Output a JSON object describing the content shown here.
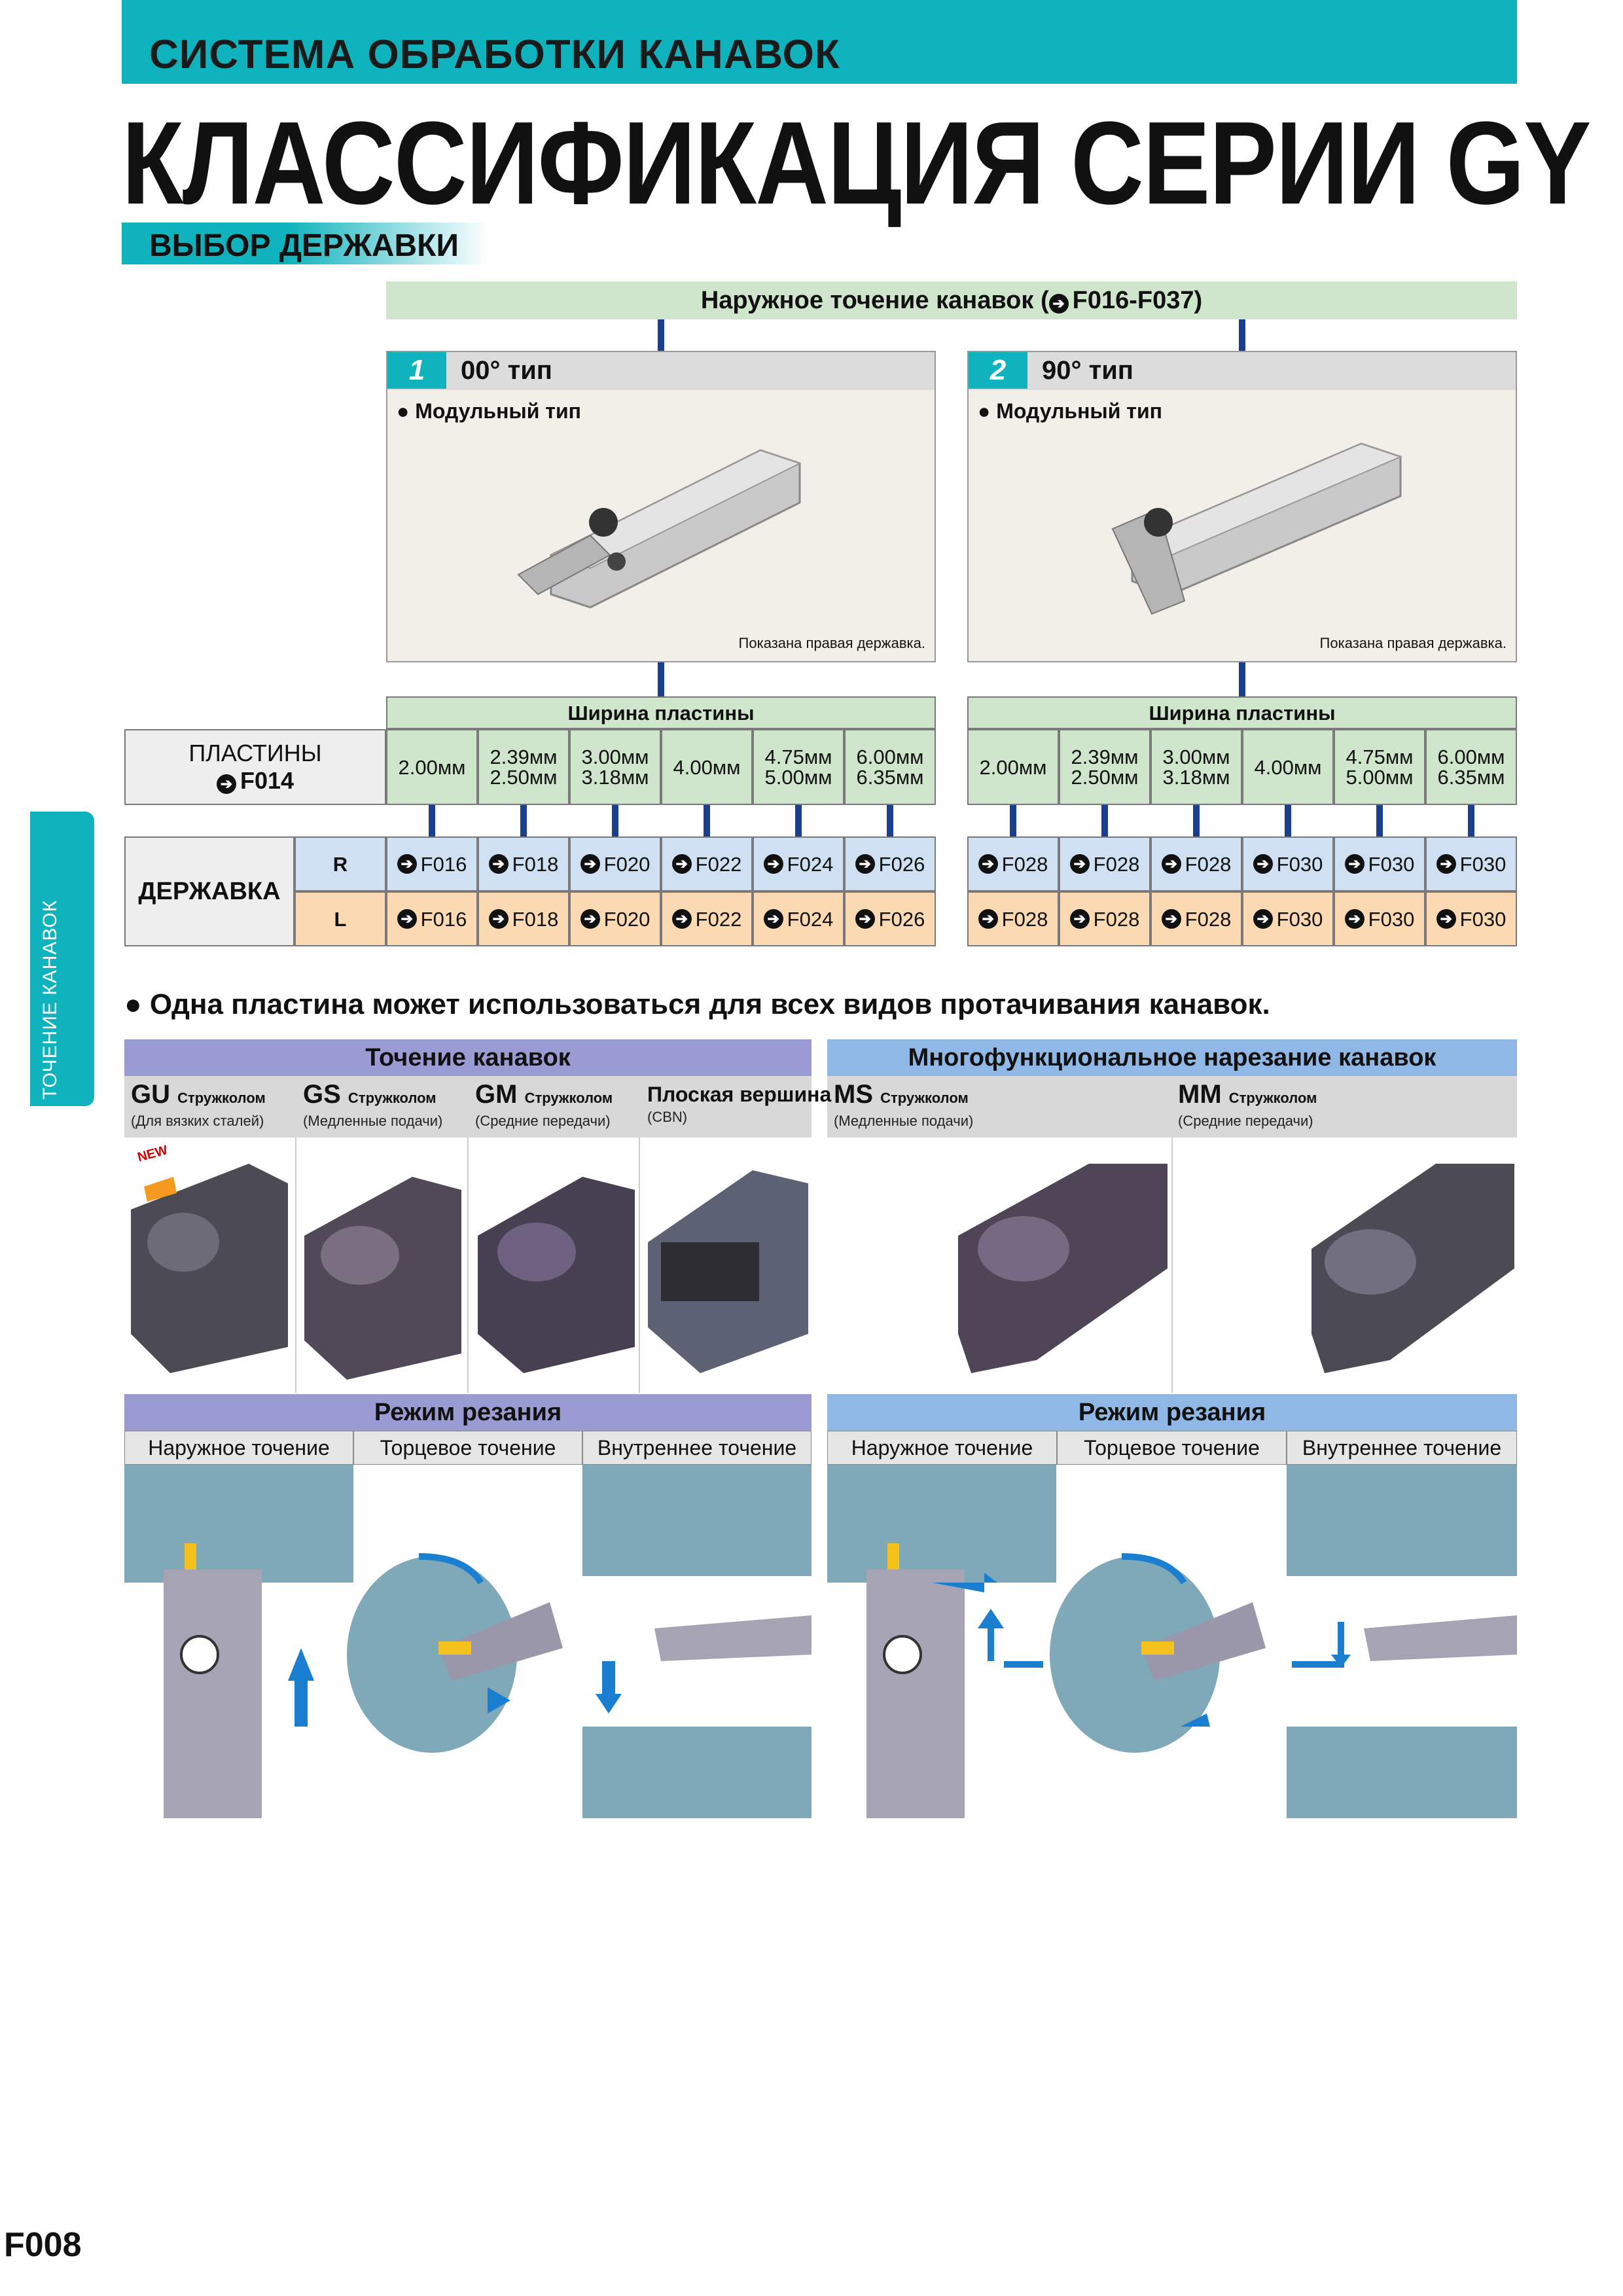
{
  "header": {
    "banner": "СИСТЕМА ОБРАБОТКИ КАНАВОК",
    "title": "КЛАССИФИКАЦИЯ СЕРИИ GY",
    "section": "ВЫБОР ДЕРЖАВКИ"
  },
  "external": {
    "label": "Наружное точение канавок (",
    "ref": "F016-F037)"
  },
  "types": [
    {
      "num": "1",
      "name": "00° тип",
      "kind": "Модульный тип",
      "note": "Показана правая державка."
    },
    {
      "num": "2",
      "name": "90° тип",
      "kind": "Модульный тип",
      "note": "Показана правая державка."
    }
  ],
  "width_label": "Ширина пластины",
  "inserts_label": "ПЛАСТИНЫ",
  "inserts_ref": "F014",
  "holder_label": "ДЕРЖАВКА",
  "widths": [
    {
      "a": "2.00мм",
      "b": ""
    },
    {
      "a": "2.39мм",
      "b": "2.50мм"
    },
    {
      "a": "3.00мм",
      "b": "3.18мм"
    },
    {
      "a": "4.00мм",
      "b": ""
    },
    {
      "a": "4.75мм",
      "b": "5.00мм"
    },
    {
      "a": "6.00мм",
      "b": "6.35мм"
    }
  ],
  "hand": {
    "r": "R",
    "l": "L"
  },
  "refs_type1": [
    "F016",
    "F018",
    "F020",
    "F022",
    "F024",
    "F026"
  ],
  "refs_type2": [
    "F028",
    "F028",
    "F028",
    "F030",
    "F030",
    "F030"
  ],
  "side_tab": "ТОЧЕНИЕ КАНАВОК",
  "note_line": "Одна пластина может использоваться для всех видов протачивания канавок.",
  "groove_section": {
    "title": "Точение канавок",
    "items": [
      {
        "code": "GU",
        "chip": "Стружколом",
        "desc": "(Для вязких сталей)"
      },
      {
        "code": "GS",
        "chip": "Стружколом",
        "desc": "(Медленные подачи)"
      },
      {
        "code": "GM",
        "chip": "Стружколом",
        "desc": "(Средние передачи)"
      },
      {
        "code": "Плоская вершина",
        "chip": "",
        "desc": "(CBN)"
      }
    ]
  },
  "multi_section": {
    "title": "Многофункциональное нарезание канавок",
    "items": [
      {
        "code": "MS",
        "chip": "Стружколом",
        "desc": "(Медленные подачи)"
      },
      {
        "code": "MM",
        "chip": "Стружколом",
        "desc": "(Средние передачи)"
      }
    ]
  },
  "new_badge": "NEW",
  "cutting_mode": "Режим резания",
  "modes": [
    "Наружное точение",
    "Торцевое точение",
    "Внутреннее точение"
  ],
  "page_number": "F008",
  "colors": {
    "teal": "#0fb3bd",
    "green": "#cfe6cc",
    "navy": "#1b3f8f",
    "purple": "#9b9bd3",
    "sky": "#8fb8e6",
    "orange": "#fbd9b3",
    "lightblue": "#cfe0f2"
  }
}
